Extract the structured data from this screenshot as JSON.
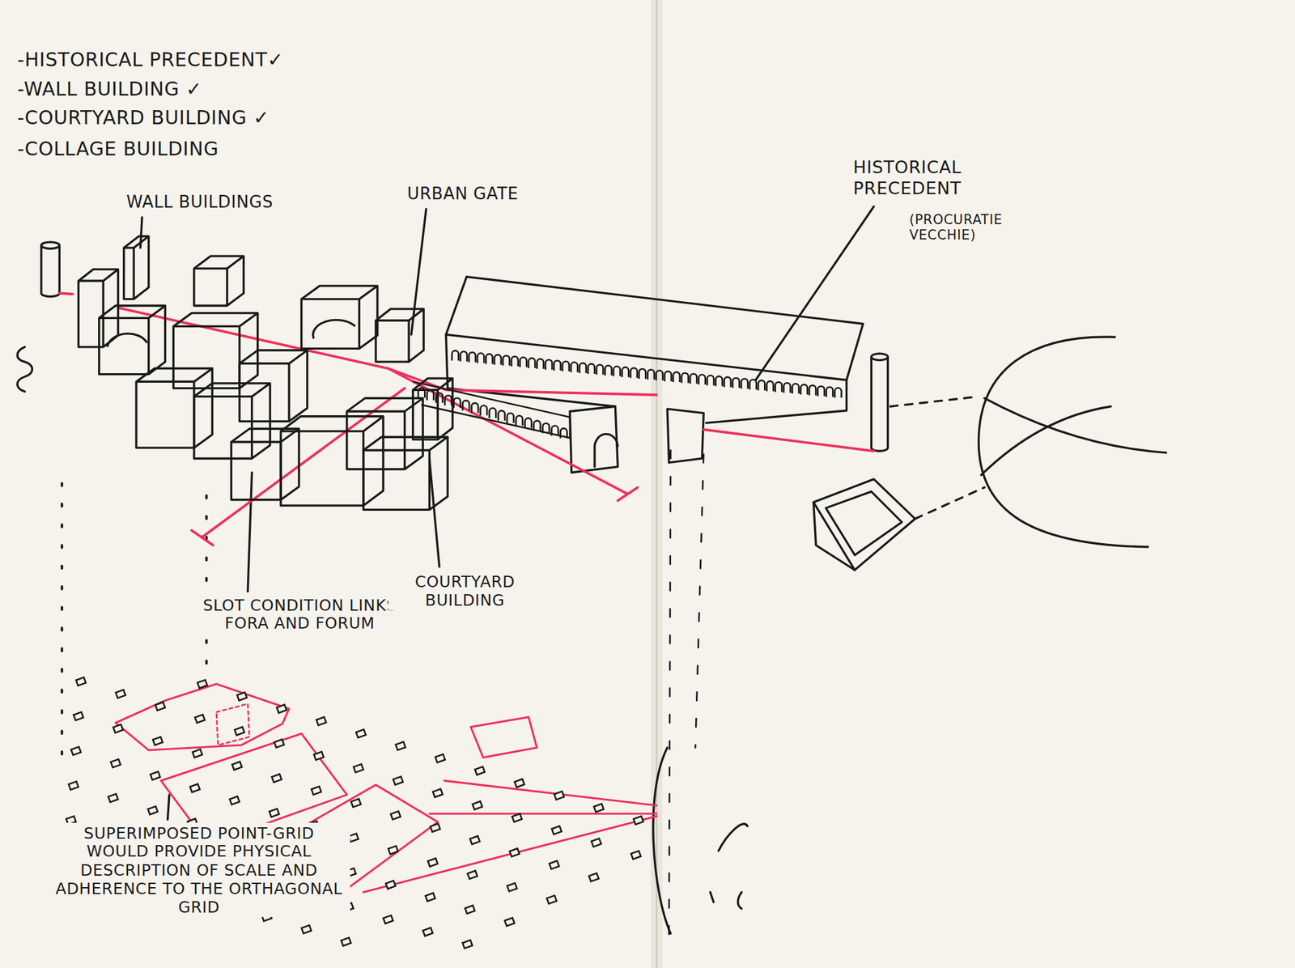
{
  "diagram": {
    "labels": [
      "-HISTORICAL PRECEDENT✓",
      "-WALL BUILDING ✓",
      "-COURTYARD BUILDING ✓",
      "-COLLAGE BUILDING",
      "WALL BUILDINGS",
      "URBAN GATE",
      "HISTORICAL PRECEDENT",
      "(PROCURATIE VECCHIE)",
      "SLOT CONDITION LINKS FORA AND FORUM",
      "COURTYARD BUILDING",
      "SUPERIMPOSED POINT-GRID WOULD PROVIDE PHYSICAL DESCRIPTION OF SCALE AND ADHERENCE TO THE ORTHAGONAL GRID"
    ]
  }
}
